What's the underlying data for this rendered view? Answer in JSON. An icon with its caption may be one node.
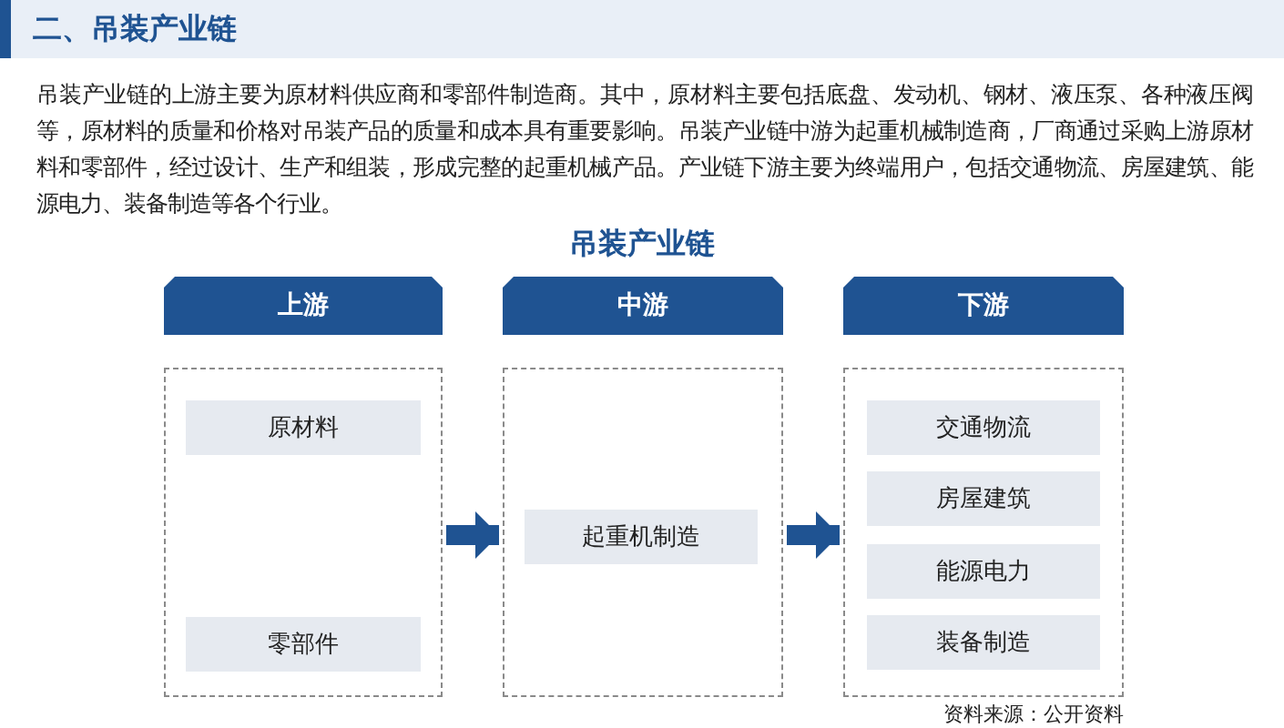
{
  "diagram": {
    "title": "二、吊装产业链",
    "nodes": [
      {
        "text": [
          "上游"
        ]
      },
      {
        "text": [
          "原材料"
        ],
        "in": 0
      },
      {
        "text": [
          "零部件"
        ],
        "in": 0
      },
      {
        "text": [
          "中游"
        ]
      },
      {
        "text": [
          "起重机制造"
        ],
        "in": 3
      },
      {
        "text": [
          "下游"
        ]
      },
      {
        "text": [
          "交通物流"
        ],
        "in": 5
      },
      {
        "text": [
          "房屋建筑"
        ],
        "in": 5
      },
      {
        "text": [
          "能源电力"
        ],
        "in": 5
      },
      {
        "text": [
          "装备制造"
        ],
        "in": 5
      }
    ],
    "edges": [
      {
        "from": 0,
        "to": 3,
        "arrow": "to"
      },
      {
        "from": 3,
        "to": 5,
        "arrow": "to"
      }
    ],
    "labels": [
      "吊装产业链的上游主要为原材料供应商和零部件制造商。其中，原材料主要包括底盘、发动机、钢材、液压泵、各种液压阀等，原材料的质量和价格对吊装产品的质量和成本具有重要影响。吊装产业链中游为起重机械制造商，厂商通过采购上游原材料和零部件，经过设计、生产和组装，形成完整的起重机械产品。产业链下游主要为终端用户，包括交通物流、房屋建筑、能源电力、装备制造等各个行业。",
      "吊装产业链",
      "资料来源：公开资料"
    ]
  }
}
